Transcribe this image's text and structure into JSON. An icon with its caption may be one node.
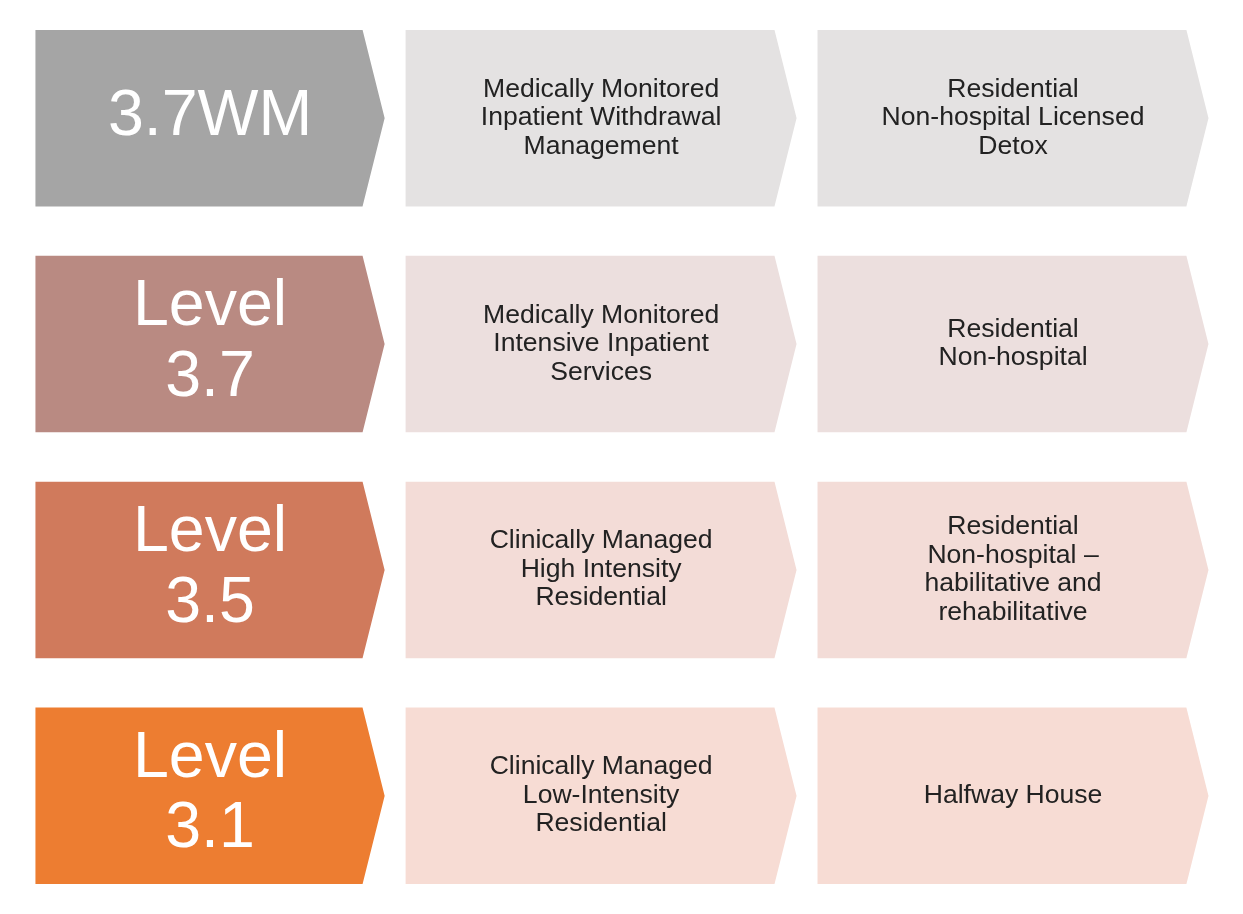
{
  "diagram": {
    "nodes": [
      {
        "text": [
          "Level 3.1"
        ]
      },
      {
        "text": [
          "Clinically Managed Low-Intensity Residential"
        ]
      },
      {
        "text": [
          "Halfway House"
        ]
      },
      {
        "text": [
          "Level 3.5"
        ]
      },
      {
        "text": [
          "Clinically Managed High Intensity Residential"
        ]
      },
      {
        "text": [
          "Residential Non-hospital – habilitative and rehabilitative"
        ]
      },
      {
        "text": [
          "Level 3.7"
        ]
      },
      {
        "text": [
          "Medically Monitored Intensive Inpatient Services"
        ]
      },
      {
        "text": [
          "Residential Non-hospital"
        ]
      },
      {
        "text": [
          "3.7WM"
        ]
      },
      {
        "text": [
          "Medically Monitored Inpatient Withdrawal Management"
        ]
      },
      {
        "text": [
          "Residential Non-hospital Licensed Detox"
        ]
      }
    ]
  }
}
